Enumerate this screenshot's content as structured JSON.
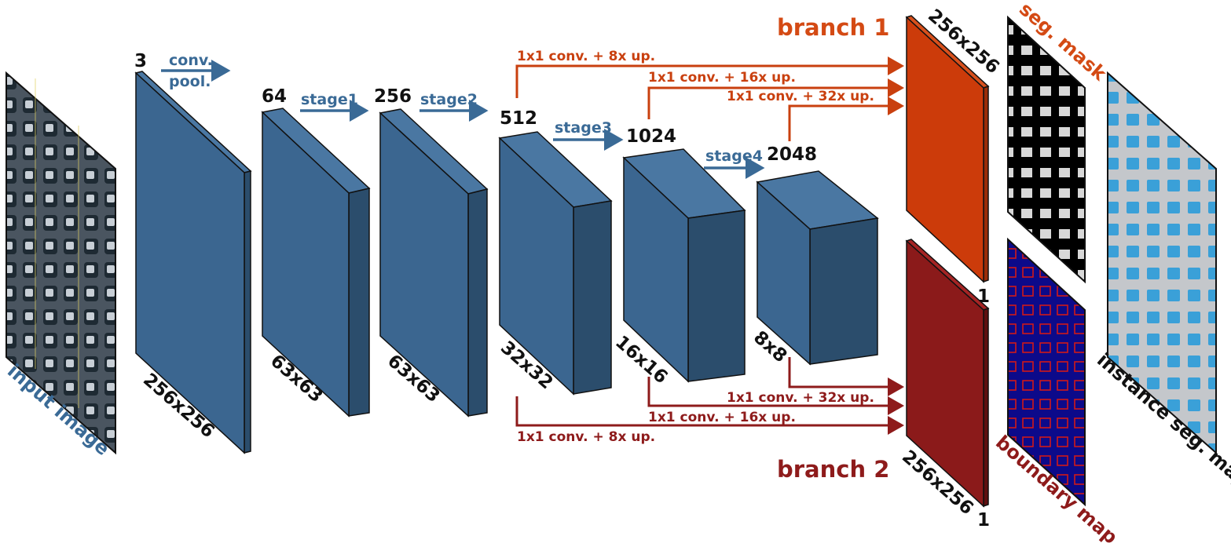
{
  "labels": {
    "input_image": "input image",
    "input_channels": "3",
    "conv_pool_line1": "conv.",
    "conv_pool_line2": "pool.",
    "block1_size": "256x256",
    "block2_channels": "64",
    "block2_size": "63x63",
    "stage1": "stage1",
    "block3_channels": "256",
    "block3_size": "63x63",
    "stage2": "stage2",
    "block4_channels": "512",
    "block4_size": "32x32",
    "stage3": "stage3",
    "block5_channels": "1024",
    "block5_size": "16x16",
    "stage4": "stage4",
    "block6_channels": "2048",
    "block6_size": "8x8",
    "branch1": "branch 1",
    "branch2": "branch 2",
    "b1_path_8x": "1x1 conv. + 8x up.",
    "b1_path_16x": "1x1 conv. + 16x up.",
    "b1_path_32x": "1x1 conv. + 32x up.",
    "b2_path_32x": "1x1 conv. + 32x up.",
    "b2_path_16x": "1x1 conv. + 16x up.",
    "b2_path_8x": "1x1 conv. + 8x up.",
    "branch1_size": "256x256",
    "branch1_channels": "1",
    "branch2_size": "256x256",
    "branch2_channels": "1",
    "seg_mask": "seg. mask",
    "boundary_map": "boundary map",
    "instance_seg_map": "instance seg. map"
  },
  "colors": {
    "block_front": "#3b6690",
    "block_side": "#2b4d6c",
    "block_top": "#4a77a2",
    "branch1_fill": "#cc3b0a",
    "branch1_side": "#9a2c07",
    "branch2_fill": "#8b1a1a",
    "branch2_side": "#5e1010",
    "arrow_blue": "#3a6a96",
    "arrow_red1": "#c9400f",
    "arrow_red2": "#8e1b1b"
  }
}
